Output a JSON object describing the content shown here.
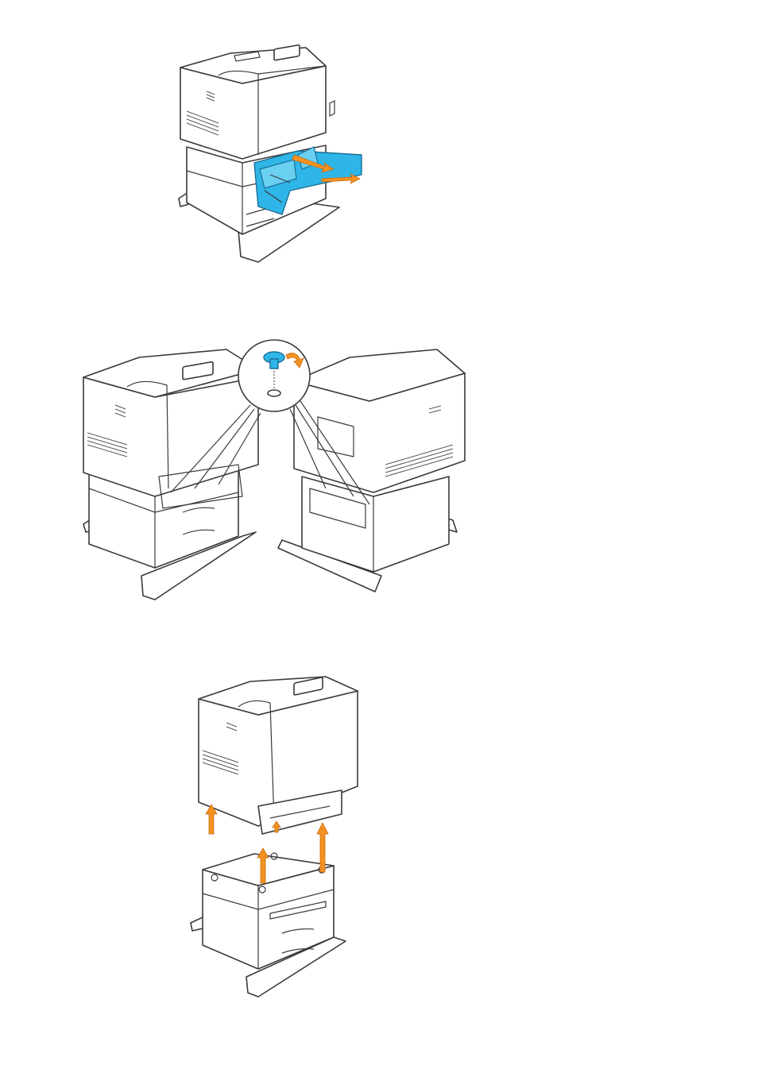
{
  "document": {
    "figures": [
      {
        "id": "figure-1",
        "subject": "remove-tray"
      },
      {
        "id": "figure-2",
        "subject": "remove-screws"
      },
      {
        "id": "figure-3",
        "subject": "lift-printer-off-feeder"
      }
    ]
  },
  "colors": {
    "accent_tray": "#2fb6e8",
    "arrow": "#f39221",
    "line_art": "#3a3a3a"
  },
  "icons": [
    "orange-arrow-icon",
    "screw-icon",
    "rotation-arrow-icon"
  ]
}
